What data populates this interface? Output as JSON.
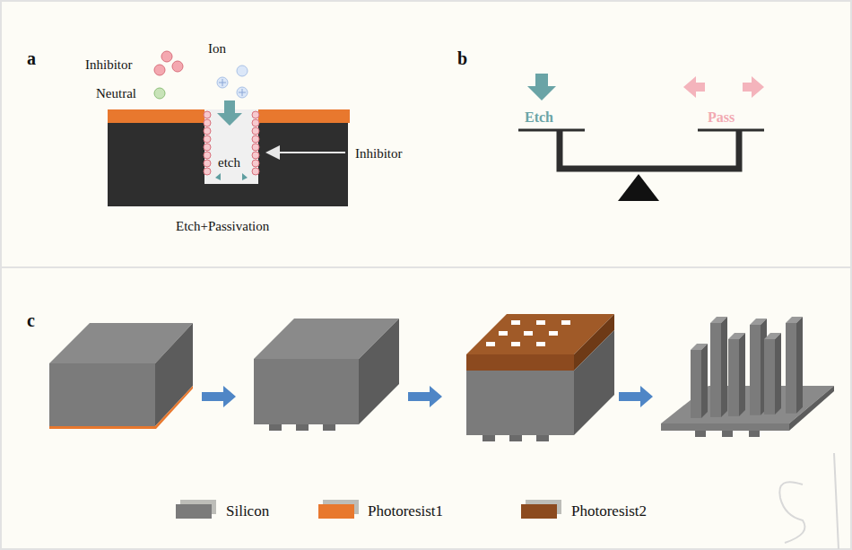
{
  "diagram": {
    "labels": [
      "a",
      "Inhibitor",
      "Ion",
      "Neutral",
      "etch",
      "Inhibitor",
      "Etch+Passivation",
      "b",
      "Etch",
      "Pass",
      "c"
    ],
    "legend": [
      {
        "text": "Silicon",
        "color": "#7b7b7b"
      },
      {
        "text": "Photoresist1",
        "color": "#e8782e"
      },
      {
        "text": "Photoresist2",
        "color": "#8c4a1f"
      }
    ]
  }
}
